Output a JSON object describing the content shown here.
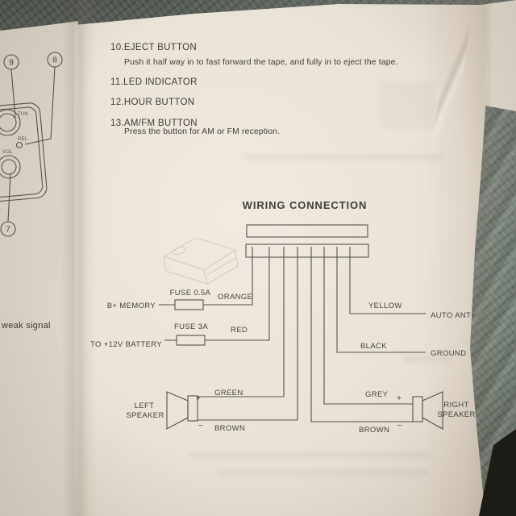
{
  "instructions": {
    "items": [
      {
        "num": "10.",
        "title": "EJECT BUTTON",
        "desc": "Push it half way in to fast forward the tape, and fully in to eject the tape."
      },
      {
        "num": "11.",
        "title": "LED INDICATOR"
      },
      {
        "num": "12.",
        "title": "HOUR BUTTON"
      },
      {
        "num": "13.",
        "title": "AM/FM BUTTON",
        "desc": "Press the button for AM or FM reception."
      }
    ]
  },
  "wiring": {
    "title": "WIRING CONNECTION",
    "b_memory": {
      "label": "B+ MEMORY",
      "fuse": "FUSE 0.5A",
      "color": "ORANGE"
    },
    "battery": {
      "label": "TO +12V BATTERY",
      "fuse": "FUSE 3A",
      "color": "RED"
    },
    "antenna": {
      "label": "AUTO ANT+",
      "color": "YELLOW"
    },
    "ground": {
      "label": "GROUND",
      "color": "BLACK"
    },
    "left_speaker": {
      "line1": "LEFT",
      "line2": "SPEAKER",
      "pos_color": "GREEN",
      "neg_color": "BROWN",
      "plus": "+",
      "minus": "−"
    },
    "right_speaker": {
      "line1": "RIGHT",
      "line2": "SPEAKER",
      "pos_color": "GREY",
      "neg_color": "BROWN",
      "plus": "+",
      "minus": "−"
    }
  },
  "left_page": {
    "callout_9": "9",
    "callout_8": "8",
    "callout_7": "7",
    "knob_tun": "TUN",
    "knob_rel": "REL",
    "knob_vol": "VOL",
    "caption": "weak signal"
  }
}
